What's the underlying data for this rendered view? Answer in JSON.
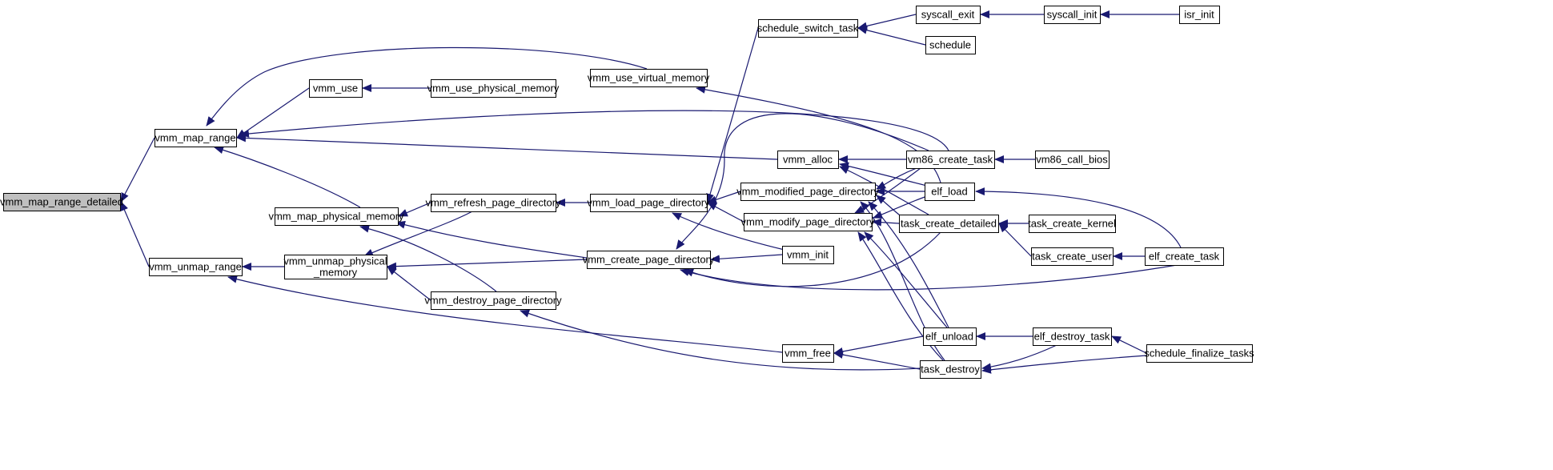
{
  "graph": {
    "edge_color": "#191970",
    "node_fill": "#ffffff",
    "highlight_fill": "#bfbfbf",
    "nodes": [
      {
        "id": "vmm_map_range_detailed",
        "lines": [
          "vmm_map_range_detailed"
        ],
        "highlighted": true
      },
      {
        "id": "vmm_map_range",
        "lines": [
          "vmm_map_range"
        ]
      },
      {
        "id": "vmm_unmap_range",
        "lines": [
          "vmm_unmap_range"
        ]
      },
      {
        "id": "vmm_use",
        "lines": [
          "vmm_use"
        ]
      },
      {
        "id": "vmm_map_physical_memory",
        "lines": [
          "vmm_map_physical_memory"
        ]
      },
      {
        "id": "vmm_unmap_physical_memory",
        "lines": [
          "vmm_unmap_physical",
          "_memory"
        ]
      },
      {
        "id": "vmm_use_physical_memory",
        "lines": [
          "vmm_use_physical_memory"
        ]
      },
      {
        "id": "vmm_refresh_page_directory",
        "lines": [
          "vmm_refresh_page_directory"
        ]
      },
      {
        "id": "vmm_destroy_page_directory",
        "lines": [
          "vmm_destroy_page_directory"
        ]
      },
      {
        "id": "vmm_use_virtual_memory",
        "lines": [
          "vmm_use_virtual_memory"
        ]
      },
      {
        "id": "vmm_load_page_directory",
        "lines": [
          "vmm_load_page_directory"
        ]
      },
      {
        "id": "vmm_create_page_directory",
        "lines": [
          "vmm_create_page_directory"
        ]
      },
      {
        "id": "schedule_switch_task",
        "lines": [
          "schedule_switch_task"
        ]
      },
      {
        "id": "vmm_alloc",
        "lines": [
          "vmm_alloc"
        ]
      },
      {
        "id": "vmm_modified_page_directory",
        "lines": [
          "vmm_modified_page_directory"
        ]
      },
      {
        "id": "vmm_modify_page_directory",
        "lines": [
          "vmm_modify_page_directory"
        ]
      },
      {
        "id": "vmm_init",
        "lines": [
          "vmm_init"
        ]
      },
      {
        "id": "vmm_free",
        "lines": [
          "vmm_free"
        ]
      },
      {
        "id": "syscall_exit",
        "lines": [
          "syscall_exit"
        ]
      },
      {
        "id": "schedule",
        "lines": [
          "schedule"
        ]
      },
      {
        "id": "vm86_create_task",
        "lines": [
          "vm86_create_task"
        ]
      },
      {
        "id": "elf_load",
        "lines": [
          "elf_load"
        ]
      },
      {
        "id": "task_create_detailed",
        "lines": [
          "task_create_detailed"
        ]
      },
      {
        "id": "elf_unload",
        "lines": [
          "elf_unload"
        ]
      },
      {
        "id": "task_destroy",
        "lines": [
          "task_destroy"
        ]
      },
      {
        "id": "syscall_init",
        "lines": [
          "syscall_init"
        ]
      },
      {
        "id": "vm86_call_bios",
        "lines": [
          "vm86_call_bios"
        ]
      },
      {
        "id": "task_create_kernel",
        "lines": [
          "task_create_kernel"
        ]
      },
      {
        "id": "task_create_user",
        "lines": [
          "task_create_user"
        ]
      },
      {
        "id": "elf_destroy_task",
        "lines": [
          "elf_destroy_task"
        ]
      },
      {
        "id": "isr_init",
        "lines": [
          "isr_init"
        ]
      },
      {
        "id": "elf_create_task",
        "lines": [
          "elf_create_task"
        ]
      },
      {
        "id": "schedule_finalize_tasks",
        "lines": [
          "schedule_finalize_tasks"
        ]
      }
    ],
    "edges": [
      {
        "from": "vmm_map_range",
        "to": "vmm_map_range_detailed"
      },
      {
        "from": "vmm_unmap_range",
        "to": "vmm_map_range_detailed"
      },
      {
        "from": "vmm_use",
        "to": "vmm_map_range"
      },
      {
        "from": "vmm_use_virtual_memory",
        "to": "vmm_map_range"
      },
      {
        "from": "vm86_create_task",
        "to": "vmm_map_range"
      },
      {
        "from": "vmm_alloc",
        "to": "vmm_map_range"
      },
      {
        "from": "vmm_map_physical_memory",
        "to": "vmm_map_range"
      },
      {
        "from": "vmm_unmap_physical_memory",
        "to": "vmm_unmap_range"
      },
      {
        "from": "vmm_free",
        "to": "vmm_unmap_range"
      },
      {
        "from": "vmm_use_physical_memory",
        "to": "vmm_use"
      },
      {
        "from": "vmm_refresh_page_directory",
        "to": "vmm_map_physical_memory"
      },
      {
        "from": "vmm_create_page_directory",
        "to": "vmm_map_physical_memory"
      },
      {
        "from": "vmm_destroy_page_directory",
        "to": "vmm_map_physical_memory"
      },
      {
        "from": "vmm_refresh_page_directory",
        "to": "vmm_unmap_physical_memory"
      },
      {
        "from": "vmm_create_page_directory",
        "to": "vmm_unmap_physical_memory"
      },
      {
        "from": "vmm_destroy_page_directory",
        "to": "vmm_unmap_physical_memory"
      },
      {
        "from": "vmm_load_page_directory",
        "to": "vmm_refresh_page_directory"
      },
      {
        "from": "task_destroy",
        "to": "vmm_destroy_page_directory"
      },
      {
        "from": "elf_load",
        "to": "vmm_use_virtual_memory"
      },
      {
        "from": "schedule_switch_task",
        "to": "vmm_load_page_directory"
      },
      {
        "from": "vmm_modified_page_directory",
        "to": "vmm_load_page_directory"
      },
      {
        "from": "vmm_modify_page_directory",
        "to": "vmm_load_page_directory"
      },
      {
        "from": "vmm_init",
        "to": "vmm_load_page_directory"
      },
      {
        "from": "vmm_init",
        "to": "vmm_create_page_directory"
      },
      {
        "from": "vm86_create_task",
        "to": "vmm_create_page_directory"
      },
      {
        "from": "task_create_detailed",
        "to": "vmm_create_page_directory"
      },
      {
        "from": "elf_create_task",
        "to": "vmm_create_page_directory"
      },
      {
        "from": "syscall_exit",
        "to": "schedule_switch_task"
      },
      {
        "from": "schedule",
        "to": "schedule_switch_task"
      },
      {
        "from": "vm86_create_task",
        "to": "vmm_alloc"
      },
      {
        "from": "elf_load",
        "to": "vmm_alloc"
      },
      {
        "from": "task_create_detailed",
        "to": "vmm_alloc"
      },
      {
        "from": "vm86_create_task",
        "to": "vmm_modified_page_directory"
      },
      {
        "from": "elf_load",
        "to": "vmm_modified_page_directory"
      },
      {
        "from": "task_create_detailed",
        "to": "vmm_modified_page_directory"
      },
      {
        "from": "elf_unload",
        "to": "vmm_modified_page_directory"
      },
      {
        "from": "task_destroy",
        "to": "vmm_modified_page_directory"
      },
      {
        "from": "vm86_create_task",
        "to": "vmm_modify_page_directory"
      },
      {
        "from": "elf_load",
        "to": "vmm_modify_page_directory"
      },
      {
        "from": "task_create_detailed",
        "to": "vmm_modify_page_directory"
      },
      {
        "from": "elf_unload",
        "to": "vmm_modify_page_directory"
      },
      {
        "from": "task_destroy",
        "to": "vmm_modify_page_directory"
      },
      {
        "from": "elf_unload",
        "to": "vmm_free"
      },
      {
        "from": "task_destroy",
        "to": "vmm_free"
      },
      {
        "from": "syscall_init",
        "to": "syscall_exit"
      },
      {
        "from": "isr_init",
        "to": "syscall_init"
      },
      {
        "from": "vm86_call_bios",
        "to": "vm86_create_task"
      },
      {
        "from": "elf_create_task",
        "to": "elf_load"
      },
      {
        "from": "task_create_kernel",
        "to": "task_create_detailed"
      },
      {
        "from": "task_create_user",
        "to": "task_create_detailed"
      },
      {
        "from": "elf_create_task",
        "to": "task_create_user"
      },
      {
        "from": "elf_destroy_task",
        "to": "elf_unload"
      },
      {
        "from": "elf_destroy_task",
        "to": "task_destroy"
      },
      {
        "from": "schedule_finalize_tasks",
        "to": "elf_destroy_task"
      },
      {
        "from": "schedule_finalize_tasks",
        "to": "task_destroy"
      }
    ]
  }
}
